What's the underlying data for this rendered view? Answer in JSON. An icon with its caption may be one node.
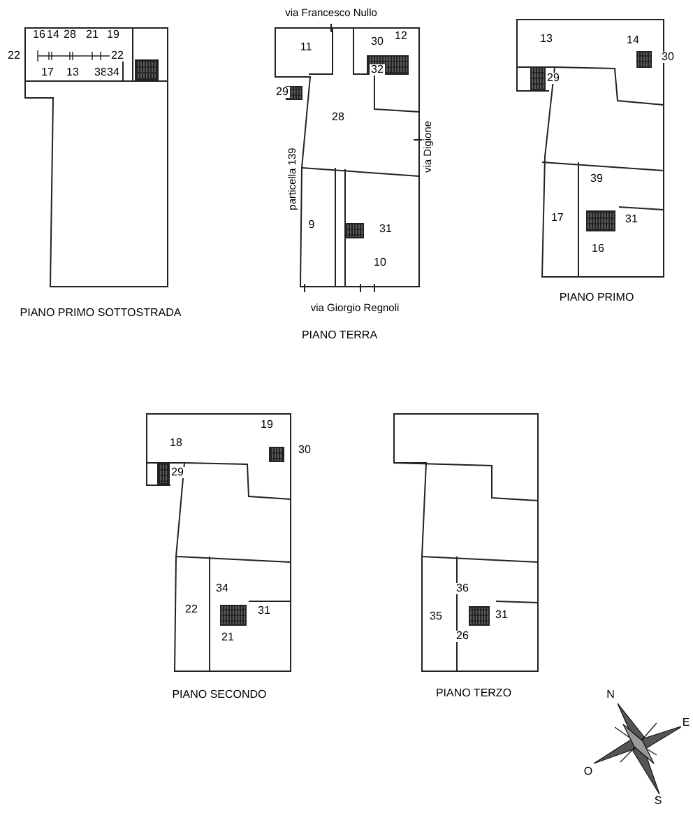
{
  "diagram": {
    "labels": [
      "16",
      "14",
      "28",
      "21",
      "19",
      "22",
      "22",
      "17",
      "13",
      "38",
      "34",
      "PIANO PRIMO SOTTOSTRADA",
      "via Francesco Nullo",
      "11",
      "30",
      "12",
      "32",
      "29",
      "28",
      "via Digione",
      "particella 139",
      "9",
      "31",
      "10",
      "via Giorgio Regnoli",
      "PIANO TERRA",
      "13",
      "14",
      "30",
      "29",
      "39",
      "17",
      "31",
      "16",
      "PIANO PRIMO",
      "19",
      "18",
      "30",
      "29",
      "34",
      "22",
      "31",
      "21",
      "PIANO SECONDO",
      "36",
      "35",
      "31",
      "26",
      "PIANO TERZO",
      "N",
      "E",
      "O",
      "S"
    ]
  }
}
